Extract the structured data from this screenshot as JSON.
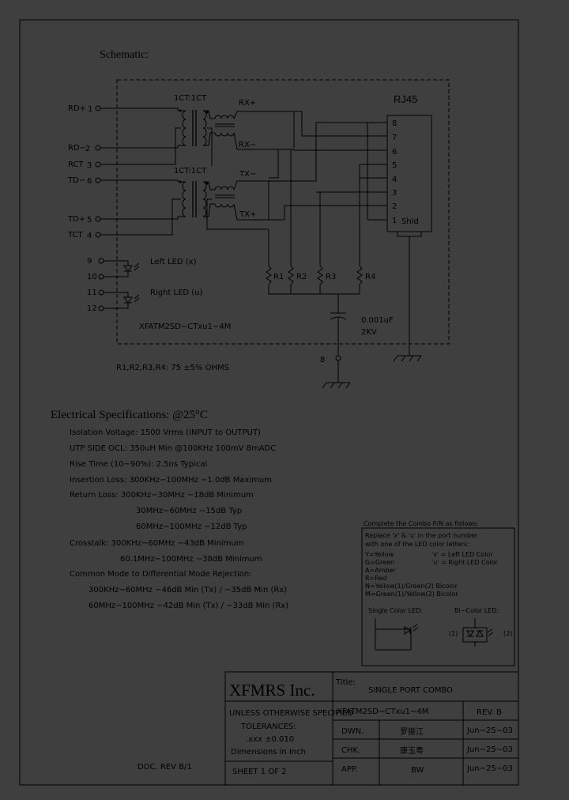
{
  "schematic": {
    "title": "Schematic:",
    "rj45_label": "RJ45",
    "xfmr_top_label": "1CT:1CT",
    "xfmr_bottom_label": "1CT:1CT",
    "rx_plus": "RX+",
    "rx_minus": "RX−",
    "tx_minus": "TX−",
    "tx_plus": "TX+",
    "pins_left": [
      {
        "name": "RD+",
        "num": "1"
      },
      {
        "name": "RD−",
        "num": "2"
      },
      {
        "name": "RCT",
        "num": "3"
      },
      {
        "name": "TD−",
        "num": "6"
      },
      {
        "name": "TD+",
        "num": "5"
      },
      {
        "name": "TCT",
        "num": "4"
      }
    ],
    "rj45_pins": [
      "8",
      "7",
      "6",
      "5",
      "4",
      "3",
      "2",
      "1"
    ],
    "shield_label": "Shld",
    "led_pins": [
      "9",
      "10",
      "11",
      "12"
    ],
    "left_led": "Left LED (x)",
    "right_led": "Right LED (u)",
    "part_inside": "XFATM2SD−CTxu1−4M",
    "resistors": [
      "R1",
      "R2",
      "R3",
      "R4"
    ],
    "cap_value": "0.001uF",
    "cap_voltage": "2KV",
    "ground_pin": "8",
    "resistor_note": "R1,R2,R3,R4: 75 ±5% OHMS"
  },
  "electrical": {
    "title": "Electrical  Specifications: @25°C",
    "lines": [
      "Isolation Voltage:  1500 Vrms (INPUT to OUTPUT)",
      "UTP SIDE OCL: 350uH Min @100KHz 100mV 8mADC",
      "Rise Time (10−90%): 2.5ns Typical",
      "Insertion Loss: 300KHz−100MHz −1.0dB Maximum",
      "Return Loss: 300KHz−30MHz −18dB Minimum",
      "30MHz−60MHz  −15dB Typ",
      "60MHz−100MHz  −12dB Typ",
      "Crosstalk: 300KHz−60MHz −43dB Minimum",
      "60.1MHz−100MHz  −38dB Minimum",
      "Common Mode to Differential Mode Rejection:",
      "300KHz−60MHz     −46dB Min (Tx) / −35dB Min (Rx)",
      "60MHz−100MHz     −42dB Min (Tx) / −33dB Min (Rx)"
    ]
  },
  "combo": {
    "header": "Complete the Combo P/N as follows:",
    "intro1": "Replace 'x' & 'u' in the port number",
    "intro2": "with one of the LED color letters:",
    "colors": [
      "Y=Yellow",
      "G=Green",
      "A=Amber",
      "R=Red",
      "N=Yellow(1)/Green(2) Bicolor",
      "M=Green(1)/Yellow(2) Bicolor"
    ],
    "x_note": "'x' = Left LED Color",
    "u_note": "'u' = Right LED Color",
    "single_label": "Single Color LED:",
    "bi_label": "Bi−Color LED:",
    "bi_1": "(1)",
    "bi_2": "(2)"
  },
  "title_block": {
    "company": "XFMRS Inc.",
    "title_label": "Title:",
    "title_value": "SINGLE PORT COMBO",
    "part_number": "XFATM2SD−CTxu1−4M",
    "rev": "REV. B",
    "unless": "UNLESS OTHERWISE SPECIFIED",
    "tolerances": "TOLERANCES:",
    "tol_value": ".xxx ±0.010",
    "dims": "Dimensions in Inch",
    "sheet": "SHEET  1  OF  2",
    "dwn_label": "DWN.",
    "dwn_name": "罗振江",
    "dwn_date": "Jun−25−03",
    "chk_label": "CHK.",
    "chk_name": "康玉粤",
    "chk_date": "Jun−25−03",
    "app_label": "APP.",
    "app_name": "BW",
    "app_date": "Jun−25−03",
    "doc_rev": "DOC. REV B/1"
  }
}
